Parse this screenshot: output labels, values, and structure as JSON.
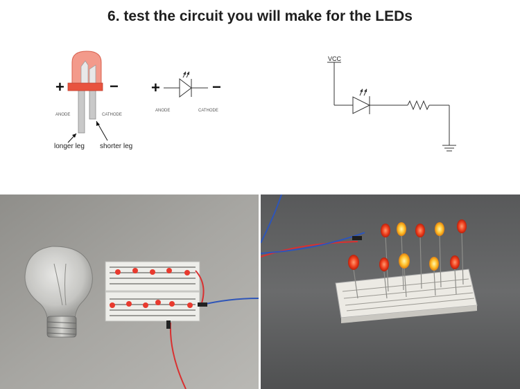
{
  "title": "6. test the circuit you will make for the LEDs",
  "led_drawing": {
    "plus": "+",
    "minus": "−",
    "anode": "ANODE",
    "cathode": "CATHODE",
    "longer_leg": "longer leg",
    "shorter_leg": "shorter leg"
  },
  "led_symbol": {
    "plus": "+",
    "minus": "−",
    "anode": "ANODE",
    "cathode": "CATHODE"
  },
  "schematic": {
    "vcc": "VCC"
  },
  "colors": {
    "led_red": "#f08878",
    "led_band": "#e8533f",
    "lead": "#c8c8c8",
    "wire": "#333333"
  }
}
